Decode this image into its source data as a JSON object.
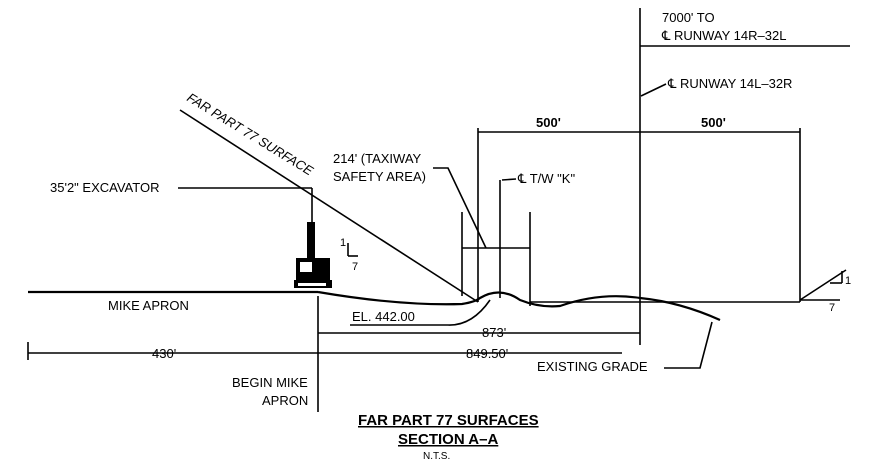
{
  "labels": {
    "runway_14r": [
      "7000' TO",
      "℄ RUNWAY 14R–32L"
    ],
    "runway_14l": "℄ RUNWAY 14L–32R",
    "dim_500_left": "500'",
    "dim_500_right": "500'",
    "far_part_77_surface": "FAR PART 77 SURFACE",
    "taxiway_safety_area": [
      "214' (TAXIWAY",
      "SAFETY AREA)"
    ],
    "taxiway_k": "℄ T/W \"K\"",
    "excavator": "35'2\" EXCAVATOR",
    "slope_left_rise": "1",
    "slope_left_run": "7",
    "slope_right_rise": "1",
    "slope_right_run": "7",
    "mike_apron": "MIKE APRON",
    "elevation": "EL. 442.00",
    "dim_873": "873'",
    "dim_430": "430'",
    "dim_849": "849.50'",
    "existing_grade": "EXISTING GRADE",
    "begin_mike_apron": [
      "BEGIN MIKE",
      "APRON"
    ],
    "title_line1": "FAR PART 77 SURFACES",
    "title_line2": "SECTION A–A",
    "nts": "N.T.S."
  },
  "colors": {
    "line": "#000000",
    "background": "#ffffff"
  }
}
